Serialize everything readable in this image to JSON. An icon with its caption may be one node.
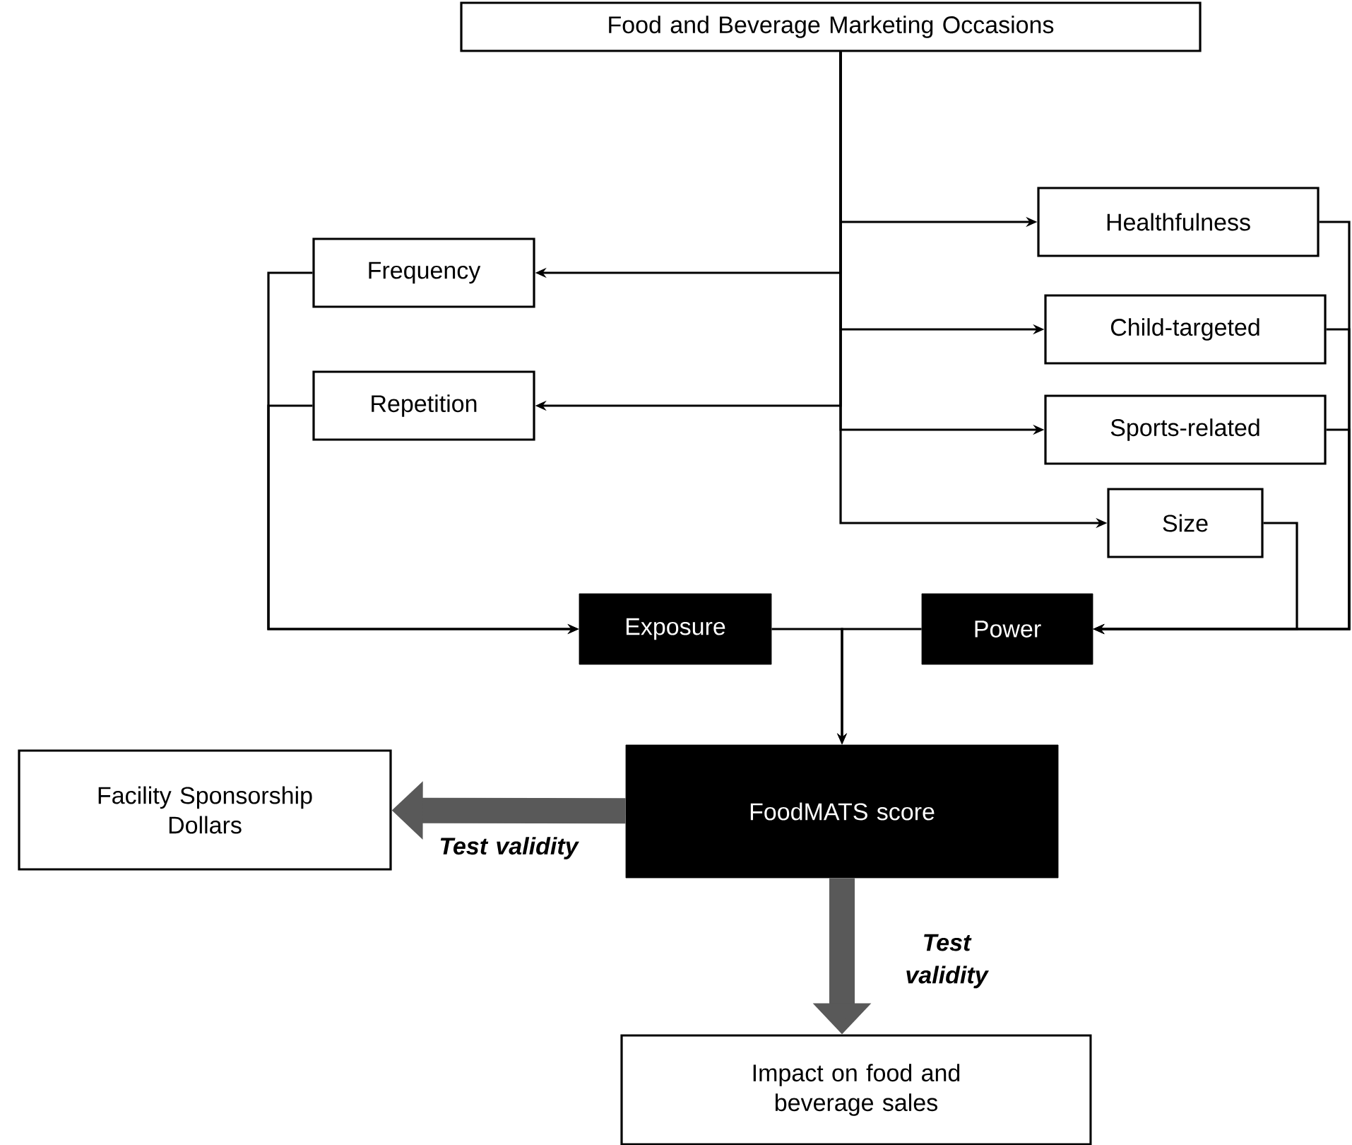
{
  "diagram": {
    "nodes": [
      {
        "text": [
          "Food and Beverage Marketing Occasions"
        ]
      },
      {
        "text": [
          "Healthfulness"
        ]
      },
      {
        "text": [
          "Frequency"
        ]
      },
      {
        "text": [
          "Child-targeted"
        ]
      },
      {
        "text": [
          "Repetition"
        ]
      },
      {
        "text": [
          "Sports-related"
        ]
      },
      {
        "text": [
          "Size"
        ]
      },
      {
        "text": [
          "Exposure"
        ]
      },
      {
        "text": [
          "Power"
        ]
      },
      {
        "text": [
          "FoodMATS score"
        ]
      },
      {
        "text": [
          "Facility Sponsorship Dollars"
        ]
      },
      {
        "text": [
          "Impact on food and beverage sales"
        ]
      }
    ],
    "edges": [
      {
        "from": 0,
        "to": 1,
        "arrow": "to"
      },
      {
        "from": 0,
        "to": 2,
        "arrow": "to"
      },
      {
        "from": 0,
        "to": 3,
        "arrow": "to"
      },
      {
        "from": 0,
        "to": 4,
        "arrow": "to"
      },
      {
        "from": 0,
        "to": 5,
        "arrow": "to"
      },
      {
        "from": 0,
        "to": 6,
        "arrow": "to"
      },
      {
        "from": 2,
        "to": 7,
        "arrow": "to"
      },
      {
        "from": 4,
        "to": 7,
        "arrow": "to"
      },
      {
        "from": 1,
        "to": 8,
        "arrow": "to"
      },
      {
        "from": 3,
        "to": 8,
        "arrow": "to"
      },
      {
        "from": 5,
        "to": 8,
        "arrow": "to"
      },
      {
        "from": 6,
        "to": 8,
        "arrow": "to"
      },
      {
        "from": 7,
        "to": 9,
        "arrow": "to"
      },
      {
        "from": 8,
        "to": 9,
        "arrow": "to"
      },
      {
        "from": 9,
        "to": 10,
        "arrow": "to",
        "label": "Test validity",
        "style": "thick",
        "color": "#595959"
      },
      {
        "from": 9,
        "to": 11,
        "arrow": "to",
        "label": "Test validity",
        "style": "thick",
        "color": "#595959"
      }
    ]
  }
}
